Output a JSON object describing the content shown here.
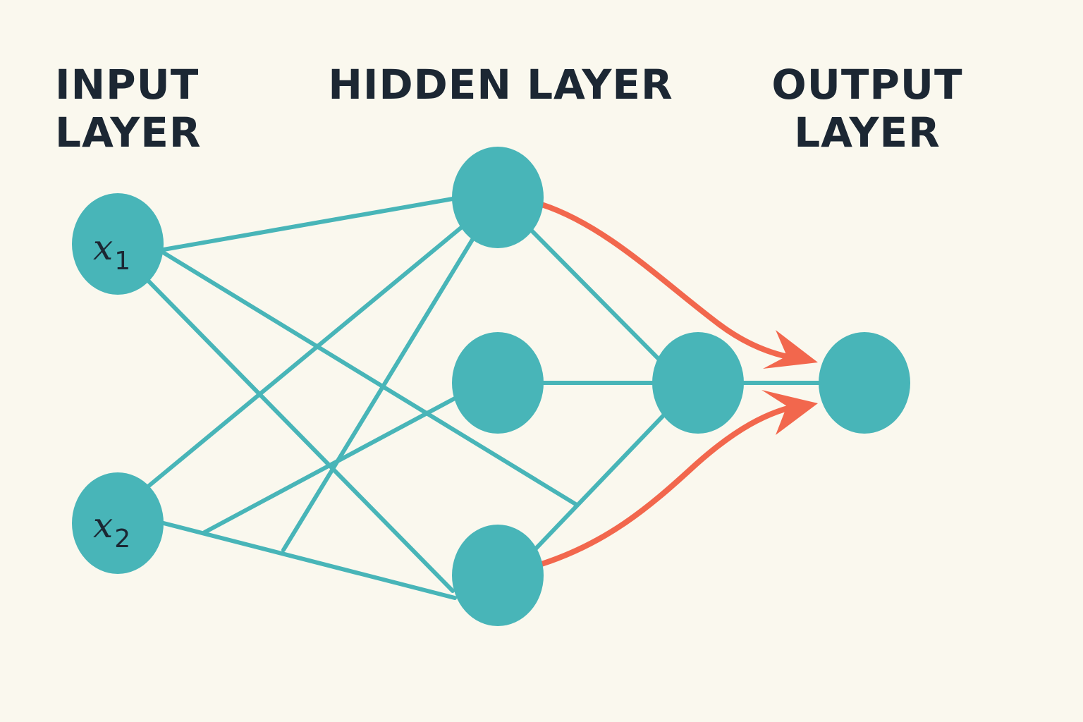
{
  "labels": {
    "input_line1": "INPUT",
    "input_line2": "LAYER",
    "hidden": "HIDDEN LAYER",
    "output_line1": "OUTPUT",
    "output_line2": "LAYER"
  },
  "nodes": {
    "x1": {
      "var": "x",
      "sub": "1"
    },
    "x2": {
      "var": "x",
      "sub": "2"
    }
  },
  "colors": {
    "background": "#FAF8EE",
    "node": "#48B5B8",
    "edge": "#48B5B8",
    "arrow": "#F2674D",
    "text": "#1C2733"
  }
}
